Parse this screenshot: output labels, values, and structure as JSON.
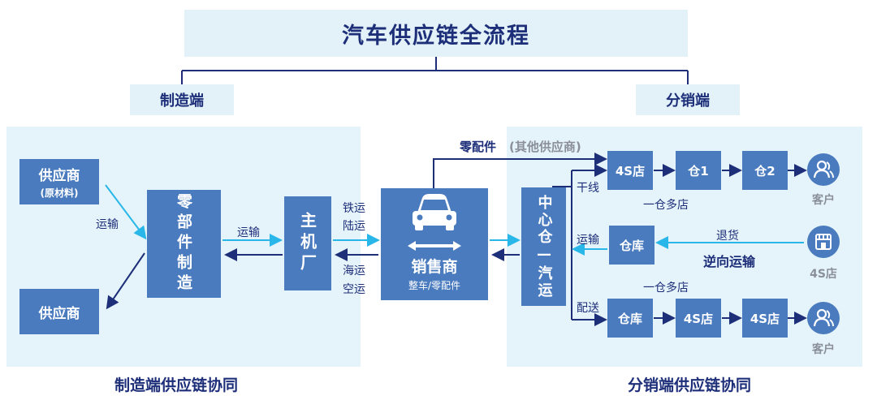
{
  "title": "汽车供应链全流程",
  "sections": {
    "manufacturing": "制造端",
    "distribution": "分销端"
  },
  "footers": {
    "manufacturing": "制造端供应链协同",
    "distribution": "分销端供应链协同"
  },
  "nodes": {
    "supplier_raw": {
      "label": "供应商",
      "sub": "(原材料)"
    },
    "supplier": {
      "label": "供应商"
    },
    "parts_mfg": {
      "label": "零部件制造"
    },
    "oem": {
      "label": "主机厂"
    },
    "dealer": {
      "label": "销售商",
      "sub": "整车/零配件"
    },
    "central_wh": {
      "label": "中心仓—汽运"
    },
    "top_4s": {
      "label": "4S店"
    },
    "top_wh1": {
      "label": "仓1"
    },
    "top_wh2": {
      "label": "仓2"
    },
    "mid_wh": {
      "label": "仓库"
    },
    "bot_wh": {
      "label": "仓库"
    },
    "bot_4s_a": {
      "label": "4S店"
    },
    "bot_4s_b": {
      "label": "4S店"
    }
  },
  "labels": {
    "transport_left": "运输",
    "transport_mid": "运输",
    "rail": "铁运",
    "land": "陆运",
    "sea": "海运",
    "air": "空运",
    "parts": "零配件",
    "other_suppliers": "(其他供应商)",
    "trunk": "干线",
    "one_wh_multi_top": "一仓多店",
    "transport_right": "运输",
    "return_goods": "退货",
    "reverse_transport": "逆向运输",
    "one_wh_multi_bot": "一仓多店",
    "delivery": "配送"
  },
  "endpoints": {
    "customer_top": "客户",
    "store_4s": "4S店",
    "customer_bot": "客户"
  },
  "colors": {
    "node": "#4a7bbf",
    "panel": "#e5f3fa",
    "title": "#1e2f7a",
    "arrow_dark": "#1e2f7a",
    "arrow_cyan": "#29b6e8"
  },
  "icons": [
    "car-icon",
    "double-arrow-icon",
    "person-icon",
    "store-icon"
  ]
}
